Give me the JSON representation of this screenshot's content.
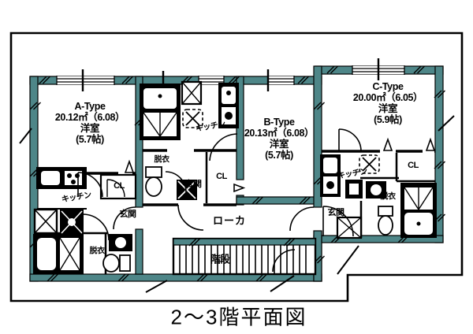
{
  "caption": "2〜3階平面図",
  "units": {
    "a": {
      "name": "A-Type",
      "area": "20.12㎡（6.08）",
      "room_type": "洋室",
      "size": "(5.7帖)"
    },
    "b": {
      "name": "B-Type",
      "area": "20.13㎡（6.08）",
      "room_type": "洋室",
      "size": "(5.7帖)"
    },
    "c": {
      "name": "C-Type",
      "area": "20.00㎡（6.05）",
      "room_type": "洋室",
      "size": "(5.9帖)"
    }
  },
  "room_labels": {
    "kitchen": "キッチン",
    "dressing_room": "脱衣",
    "entrance": "玄関",
    "closet": "CL",
    "hallway": "ローカ",
    "staircase": "階段"
  },
  "colors": {
    "wall_fill": "#4e8688",
    "ink": "#000000",
    "background": "#ffffff"
  }
}
